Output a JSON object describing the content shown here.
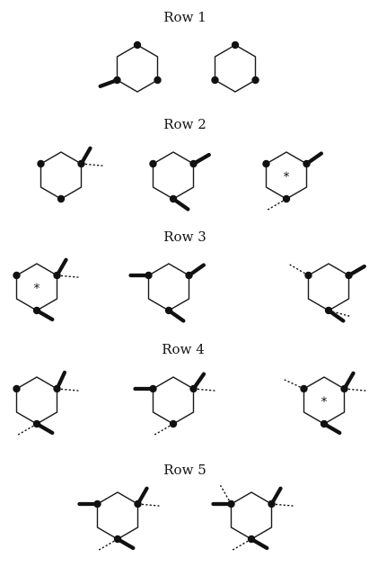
{
  "rows": [
    {
      "label": "Row 1",
      "structures": [
        {
          "dots": [
            "t",
            "bl",
            "br"
          ],
          "substituents": [
            {
              "vertex": "bl",
              "angle": 160,
              "style": "wedge"
            }
          ],
          "star": false
        },
        {
          "dots": [
            "t",
            "bl",
            "br"
          ],
          "substituents": [],
          "star": false
        }
      ]
    },
    {
      "label": "Row 2",
      "structures": [
        {
          "dots": [
            "tl",
            "tr",
            "b"
          ],
          "substituents": [
            {
              "vertex": "tr",
              "angle": -60,
              "style": "wedge"
            },
            {
              "vertex": "tr",
              "angle": 5,
              "style": "dash"
            }
          ],
          "star": false
        },
        {
          "dots": [
            "tl",
            "tr",
            "b"
          ],
          "substituents": [
            {
              "vertex": "tr",
              "angle": -30,
              "style": "wedge"
            },
            {
              "vertex": "b",
              "angle": 35,
              "style": "wedge"
            }
          ],
          "star": false
        },
        {
          "dots": [
            "tl",
            "tr",
            "b"
          ],
          "substituents": [
            {
              "vertex": "tr",
              "angle": -35,
              "style": "wedge"
            },
            {
              "vertex": "b",
              "angle": 150,
              "style": "dash"
            }
          ],
          "star": true
        }
      ]
    },
    {
      "label": "Row 3",
      "structures": [
        {
          "dots": [
            "tl",
            "tr",
            "b"
          ],
          "substituents": [
            {
              "vertex": "tr",
              "angle": -60,
              "style": "wedge"
            },
            {
              "vertex": "tr",
              "angle": 5,
              "style": "dash"
            },
            {
              "vertex": "b",
              "angle": 30,
              "style": "wedge"
            }
          ],
          "star": true
        },
        {
          "dots": [
            "tl",
            "tr",
            "b"
          ],
          "substituents": [
            {
              "vertex": "tl",
              "angle": 180,
              "style": "wedge"
            },
            {
              "vertex": "tr",
              "angle": -35,
              "style": "wedge"
            },
            {
              "vertex": "b",
              "angle": 35,
              "style": "wedge"
            }
          ],
          "star": false
        },
        {
          "dots": [
            "tl",
            "tr",
            "b"
          ],
          "substituents": [
            {
              "vertex": "tl",
              "angle": -150,
              "style": "dash"
            },
            {
              "vertex": "tr",
              "angle": -30,
              "style": "wedge"
            },
            {
              "vertex": "b",
              "angle": 35,
              "style": "wedge"
            },
            {
              "vertex": "b",
              "angle": 15,
              "style": "dash"
            }
          ],
          "star": false
        }
      ]
    },
    {
      "label": "Row 4",
      "structures": [
        {
          "dots": [
            "tl",
            "tr",
            "b"
          ],
          "substituents": [
            {
              "vertex": "tr",
              "angle": -65,
              "style": "wedge"
            },
            {
              "vertex": "tr",
              "angle": 5,
              "style": "dash"
            },
            {
              "vertex": "b",
              "angle": 30,
              "style": "wedge"
            },
            {
              "vertex": "b",
              "angle": 150,
              "style": "dash"
            }
          ],
          "star": false
        },
        {
          "dots": [
            "tl",
            "tr",
            "b"
          ],
          "substituents": [
            {
              "vertex": "tl",
              "angle": 180,
              "style": "wedge"
            },
            {
              "vertex": "tr",
              "angle": -55,
              "style": "wedge"
            },
            {
              "vertex": "tr",
              "angle": 5,
              "style": "dash"
            },
            {
              "vertex": "b",
              "angle": 150,
              "style": "dash"
            }
          ],
          "star": false
        },
        {
          "dots": [
            "tl",
            "tr",
            "b"
          ],
          "substituents": [
            {
              "vertex": "tl",
              "angle": -155,
              "style": "dash"
            },
            {
              "vertex": "tr",
              "angle": -60,
              "style": "wedge"
            },
            {
              "vertex": "tr",
              "angle": 5,
              "style": "dash"
            },
            {
              "vertex": "b",
              "angle": 30,
              "style": "wedge"
            }
          ],
          "star": true
        }
      ]
    },
    {
      "label": "Row 5",
      "structures": [
        {
          "dots": [
            "tl",
            "tr",
            "b"
          ],
          "substituents": [
            {
              "vertex": "tl",
              "angle": 180,
              "style": "wedge"
            },
            {
              "vertex": "tr",
              "angle": -60,
              "style": "wedge"
            },
            {
              "vertex": "tr",
              "angle": 5,
              "style": "dash"
            },
            {
              "vertex": "b",
              "angle": 30,
              "style": "wedge"
            },
            {
              "vertex": "b",
              "angle": 150,
              "style": "dash"
            }
          ],
          "star": false
        },
        {
          "dots": [
            "tl",
            "tr",
            "b"
          ],
          "substituents": [
            {
              "vertex": "tl",
              "angle": 180,
              "style": "wedge"
            },
            {
              "vertex": "tl",
              "angle": -120,
              "style": "dash"
            },
            {
              "vertex": "tr",
              "angle": -60,
              "style": "wedge"
            },
            {
              "vertex": "tr",
              "angle": 5,
              "style": "dash"
            },
            {
              "vertex": "b",
              "angle": 30,
              "style": "wedge"
            },
            {
              "vertex": "b",
              "angle": 150,
              "style": "dash"
            }
          ],
          "star": false
        }
      ]
    }
  ]
}
